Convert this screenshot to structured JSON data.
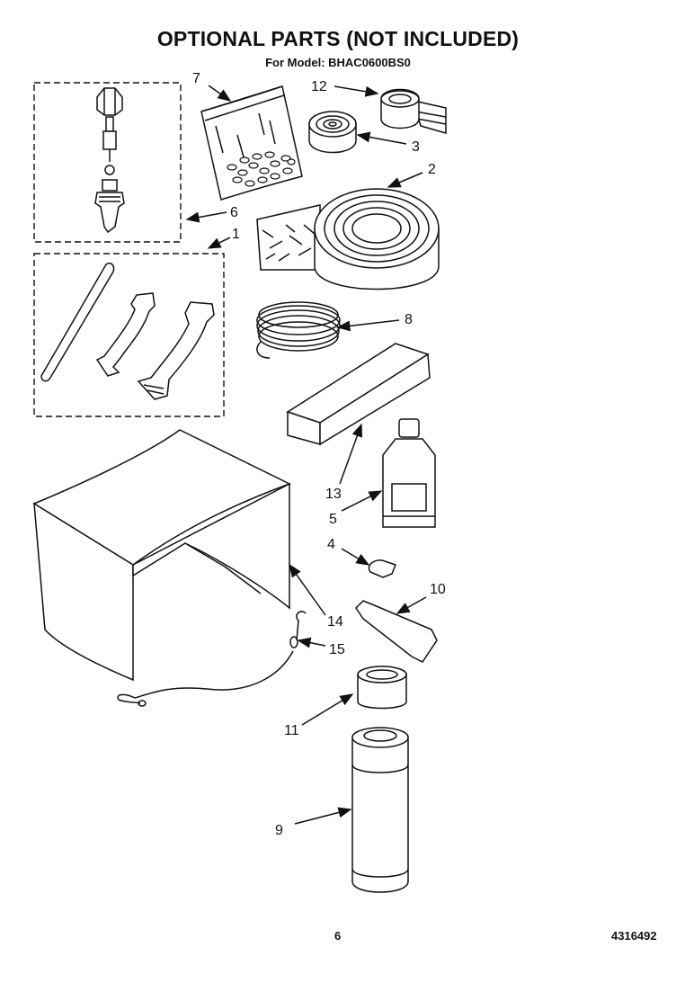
{
  "header": {
    "title": "OPTIONAL PARTS (NOT INCLUDED)",
    "subtitle": "For Model: BHAC0600BS0"
  },
  "footer": {
    "page_number": "6",
    "document_code": "4316492"
  },
  "callouts": [
    "1",
    "2",
    "3",
    "4",
    "5",
    "6",
    "7",
    "8",
    "9",
    "10",
    "11",
    "12",
    "13",
    "14",
    "15"
  ]
}
